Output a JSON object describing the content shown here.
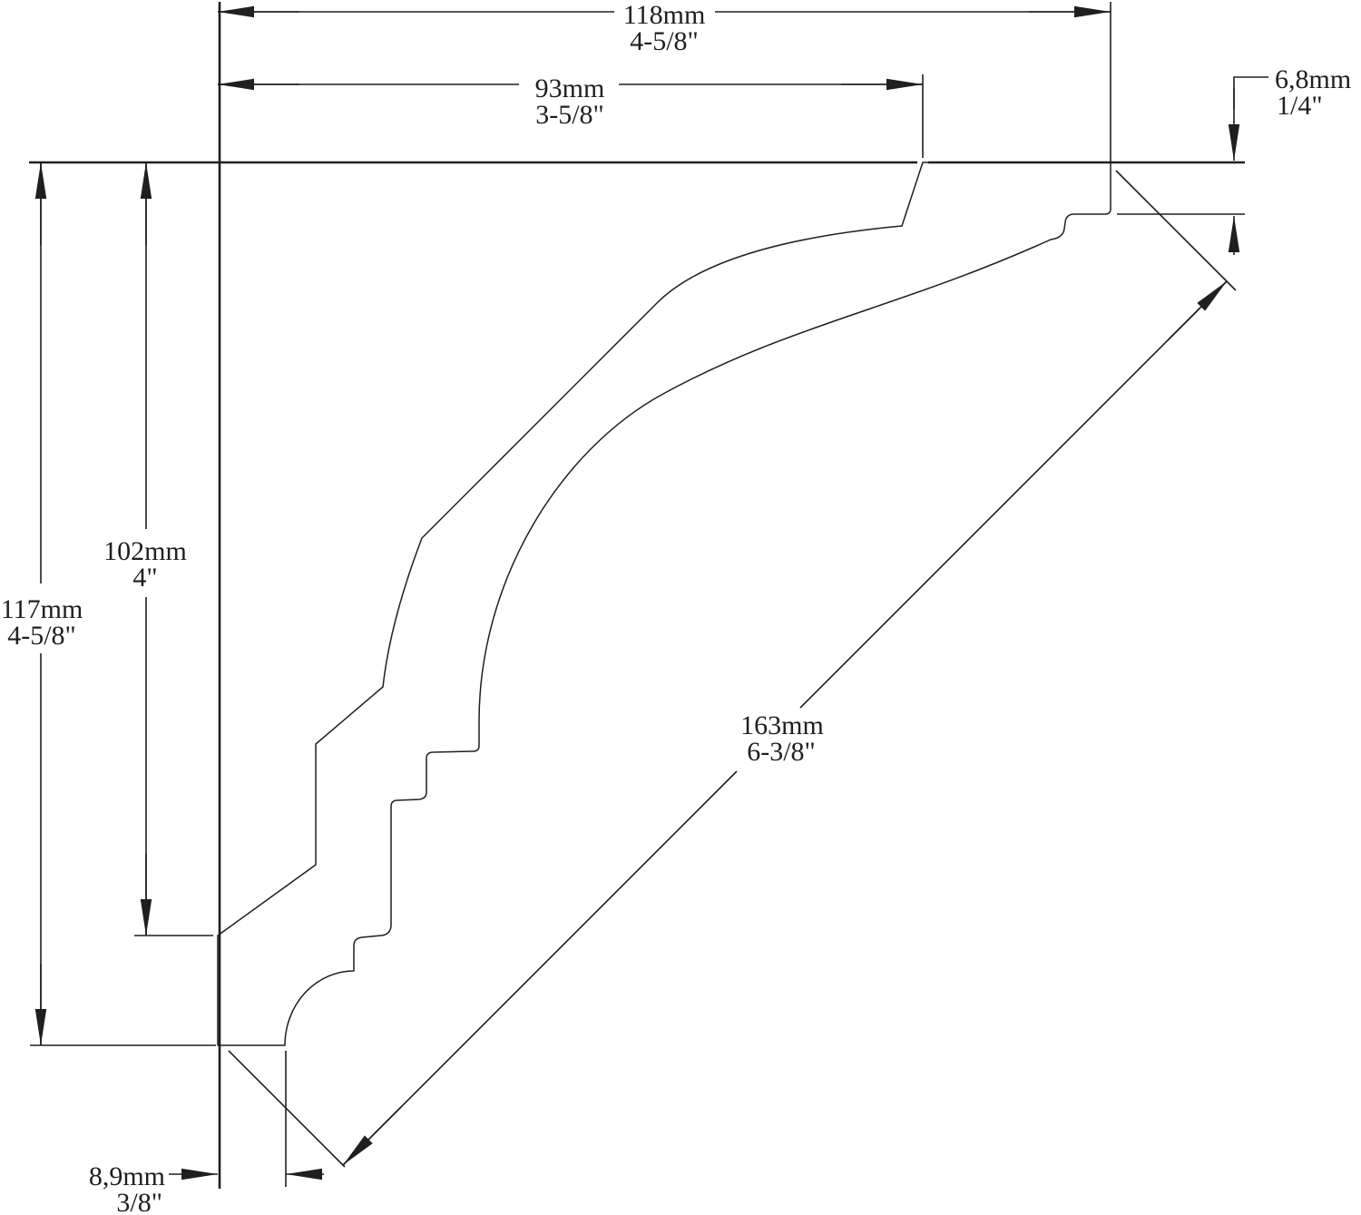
{
  "page": {
    "background": "#ffffff",
    "line_color": "#1f1f1f"
  },
  "drawing": {
    "kind": "crown-molding-profile-cross-section",
    "dimensions": {
      "total_projection": {
        "metric": "118mm",
        "imperial": "4-5/8\""
      },
      "upper_projection": {
        "metric": "93mm",
        "imperial": "3-5/8\""
      },
      "top_edge_thickness": {
        "metric": "6,8mm",
        "imperial": "1/4\""
      },
      "upper_height": {
        "metric": "102mm",
        "imperial": "4\""
      },
      "total_height": {
        "metric": "117mm",
        "imperial": "4-5/8\""
      },
      "face_length": {
        "metric": "163mm",
        "imperial": "6-3/8\""
      },
      "bottom_edge_offset": {
        "metric": "8,9mm",
        "imperial": "3/8\""
      }
    }
  }
}
